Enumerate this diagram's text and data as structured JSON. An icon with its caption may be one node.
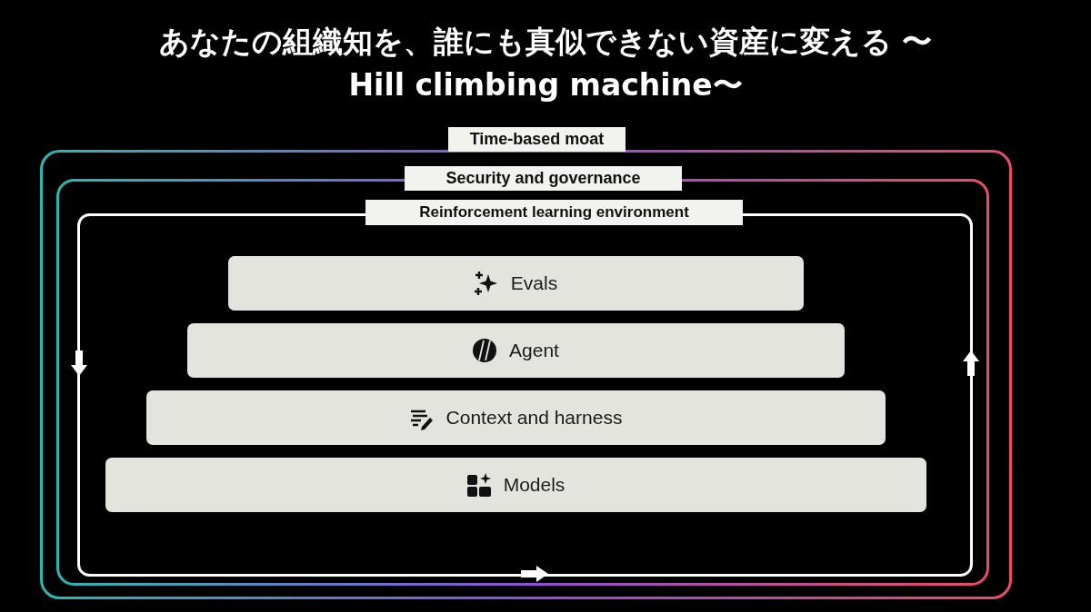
{
  "diagram": {
    "title": "あなたの組織知を、誰にも真似できない資産に変える 〜Hill climbing machine〜",
    "nodes": [
      {
        "text": [
          "Time-based moat"
        ]
      },
      {
        "text": [
          "Security and governance"
        ],
        "in": 0
      },
      {
        "text": [
          "Reinforcement learning environment"
        ],
        "in": 1
      },
      {
        "text": [
          "Evals"
        ],
        "in": 2
      },
      {
        "text": [
          "Agent"
        ],
        "in": 2
      },
      {
        "text": [
          "Context and harness"
        ],
        "in": 2
      },
      {
        "text": [
          "Models"
        ],
        "in": 2
      }
    ]
  }
}
